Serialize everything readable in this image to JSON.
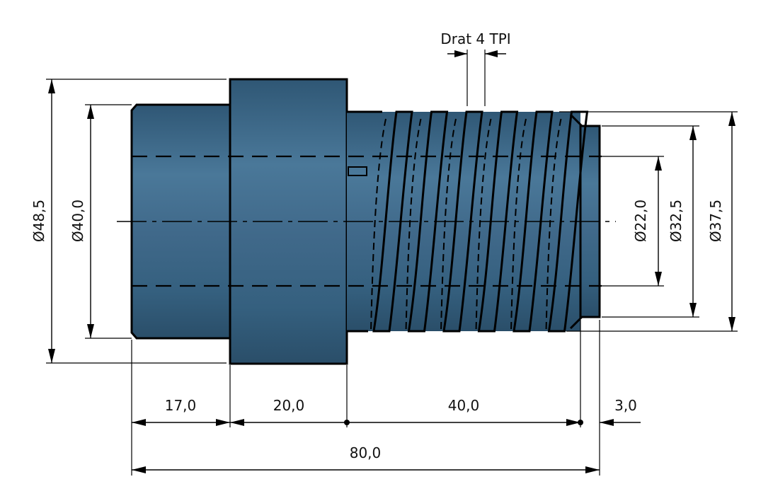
{
  "colors": {
    "body_fill": "#3f6b8c",
    "body_light": "#5a87a8",
    "body_dark": "#2a4e69",
    "line": "#000000"
  },
  "dimensions": {
    "diameter_outer_collar": "Ø48,5",
    "diameter_shank": "Ø40,0",
    "diameter_bore": "Ø22,0",
    "diameter_thread_root": "Ø32,5",
    "diameter_thread_major": "Ø37,5",
    "thread_note": "Drat 4 TPI",
    "length_shank": "17,0",
    "length_collar": "20,0",
    "length_thread": "40,0",
    "length_end": "3,0",
    "length_total": "80,0"
  }
}
